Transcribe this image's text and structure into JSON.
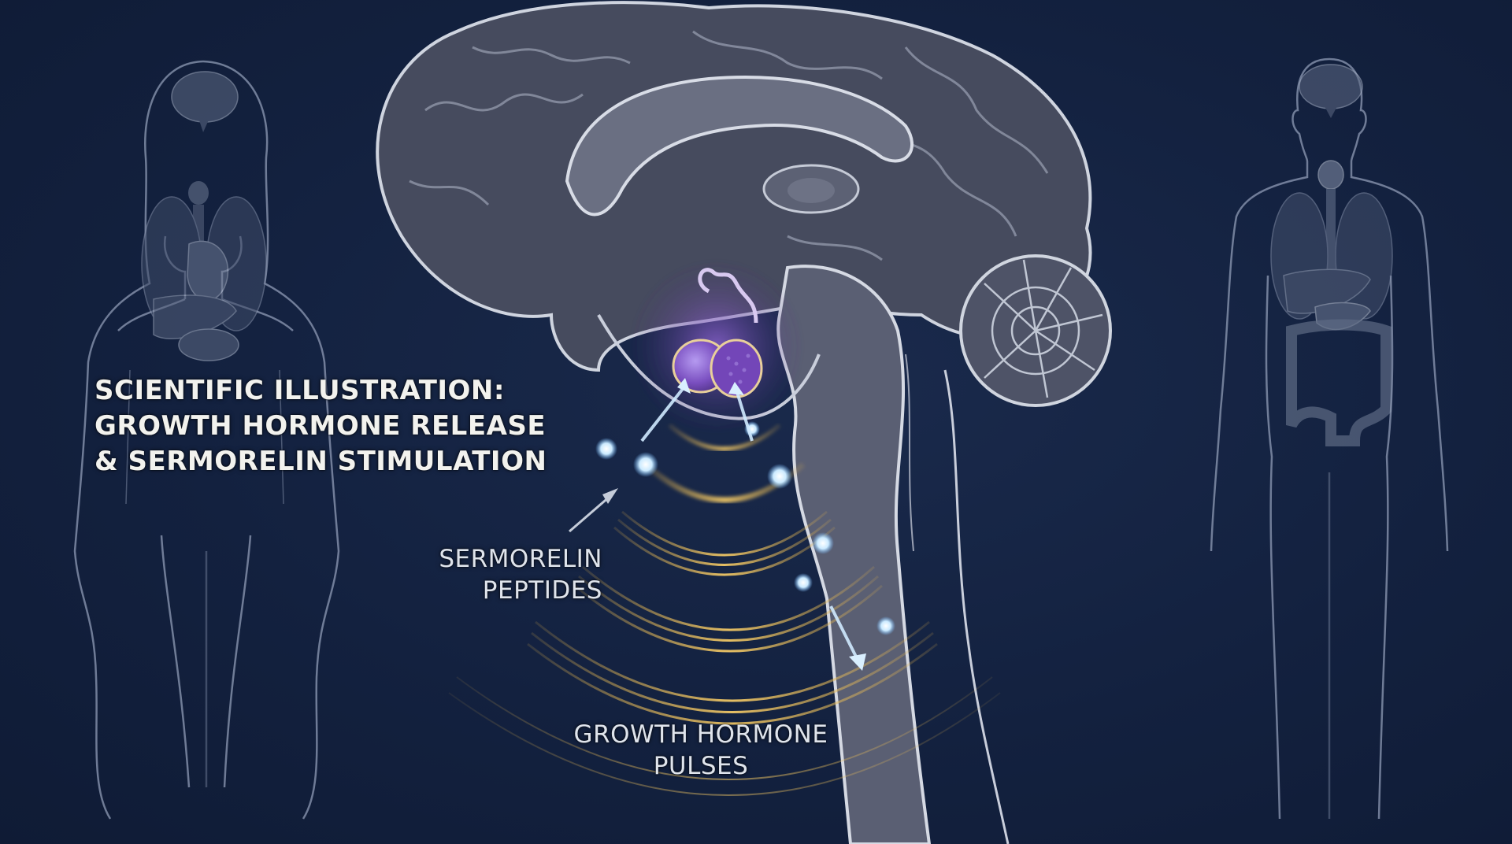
{
  "title": {
    "line1": "SCIENTIFIC ILLUSTRATION:",
    "line2": "GROWTH HORMONE RELEASE",
    "line3": "& SERMORELIN STIMULATION"
  },
  "labels": {
    "sermorelin": {
      "line1": "SERMORELIN",
      "line2": "PEPTIDES"
    },
    "growth_hormone": {
      "line1": "GROWTH HORMONE",
      "line2": "PULSES"
    }
  },
  "elements": {
    "left_figure": "female-body-outline-with-organs",
    "right_figure": "male-body-outline-with-organs",
    "center": "sagittal-brain-cross-section",
    "highlight": "pituitary-gland",
    "particles": "sermorelin-peptide-molecules",
    "waves": "growth-hormone-pulse-waves"
  },
  "colors": {
    "background": "#121f3d",
    "brain_fill": "#4a4f62",
    "outline": "#c9cedb",
    "pituitary": "#8a5cc8",
    "pulse_gold": "#e2b24a",
    "peptide_glow": "#bfe6ff",
    "text": "#e9ecf2"
  }
}
